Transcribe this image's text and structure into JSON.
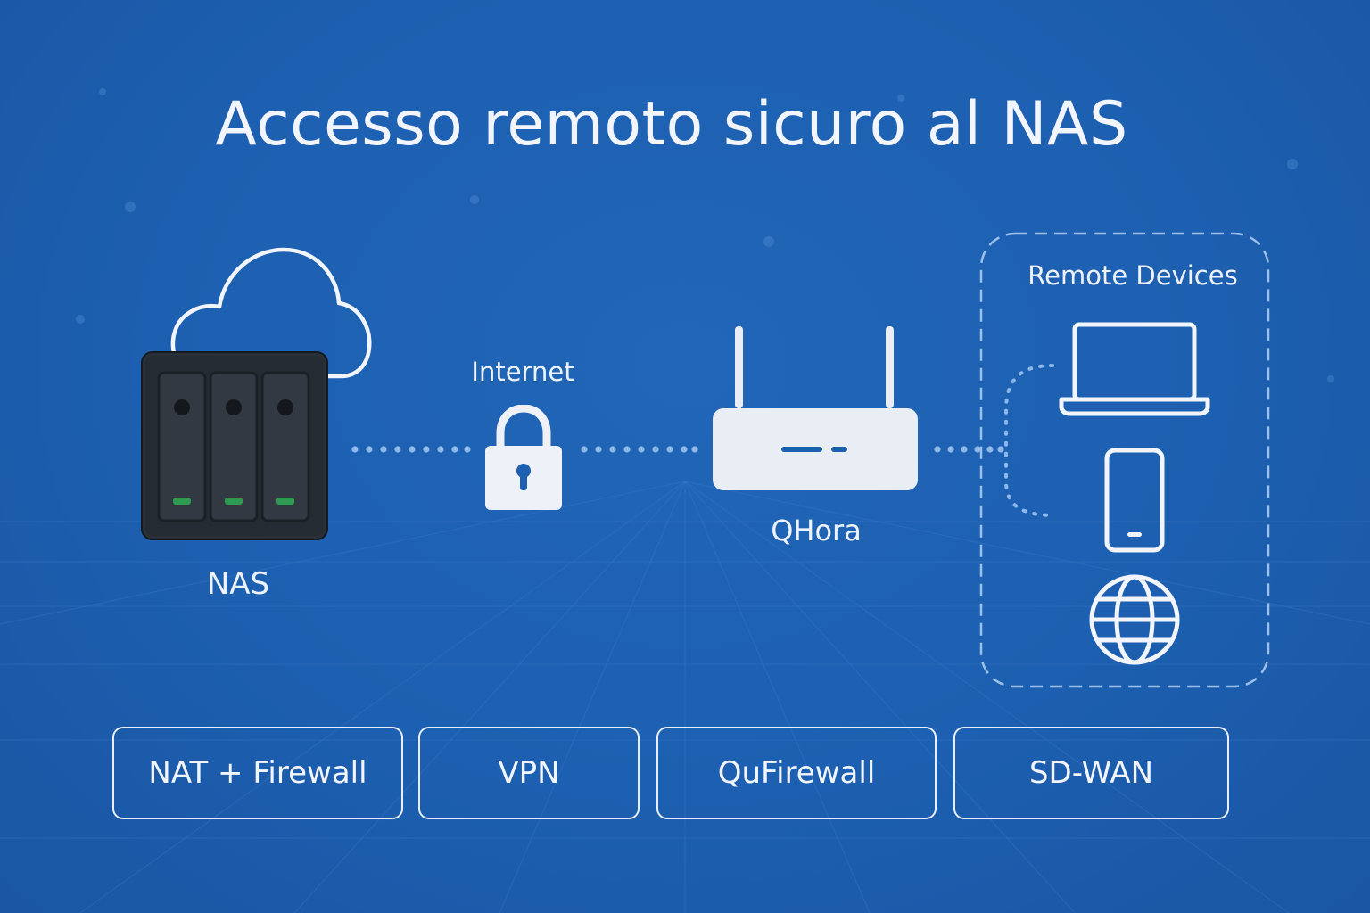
{
  "title": "Accesso remoto sicuro al NAS",
  "nodes": {
    "nas": {
      "label": "NAS",
      "icon": "nas-server-icon"
    },
    "internet": {
      "label": "Internet",
      "icon": "padlock-icon"
    },
    "qhora": {
      "label": "QHora",
      "icon": "router-icon"
    },
    "remote": {
      "label": "Remote Devices",
      "devices": [
        "laptop-icon",
        "smartphone-icon",
        "globe-icon"
      ]
    },
    "cloud": {
      "icon": "cloud-icon"
    }
  },
  "features": [
    "NAT + Firewall",
    "VPN",
    "QuFirewall",
    "SD-WAN"
  ],
  "colors": {
    "background": "#1d5fb0",
    "foreground": "#f2f6fc",
    "nas_body": "#2a3038",
    "led": "#2e9a52",
    "router_body": "#e9eef5",
    "router_accent": "#1d5fb0"
  }
}
